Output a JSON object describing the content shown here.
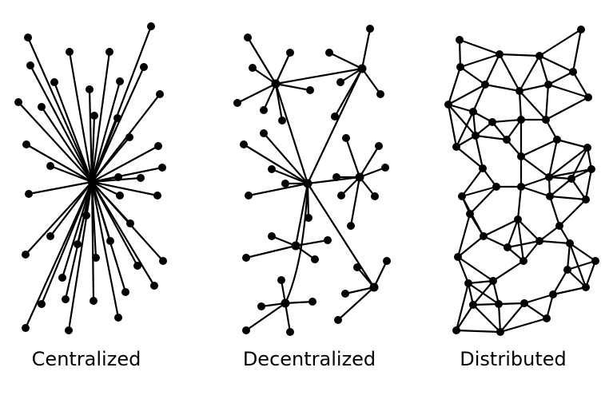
{
  "diagram": {
    "panels": [
      {
        "label": "Centralized"
      },
      {
        "label": "Decentralized"
      },
      {
        "label": "Distributed"
      }
    ],
    "colors": {
      "node": "#000000",
      "edge": "#000000",
      "background": "#ffffff"
    }
  }
}
